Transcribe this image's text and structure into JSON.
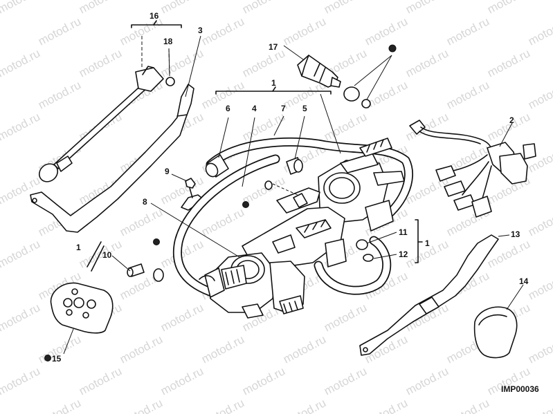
{
  "diagram": {
    "watermark_text": "motod.ru",
    "figure_code": "IMP00036",
    "part_labels": [
      {
        "num": "1"
      },
      {
        "num": "1"
      },
      {
        "num": "1"
      },
      {
        "num": "2"
      },
      {
        "num": "3"
      },
      {
        "num": "4"
      },
      {
        "num": "5"
      },
      {
        "num": "6"
      },
      {
        "num": "7"
      },
      {
        "num": "8"
      },
      {
        "num": "9"
      },
      {
        "num": "10"
      },
      {
        "num": "11"
      },
      {
        "num": "12"
      },
      {
        "num": "13"
      },
      {
        "num": "14"
      },
      {
        "num": "15"
      },
      {
        "num": "16"
      },
      {
        "num": "17"
      },
      {
        "num": "18"
      }
    ]
  }
}
